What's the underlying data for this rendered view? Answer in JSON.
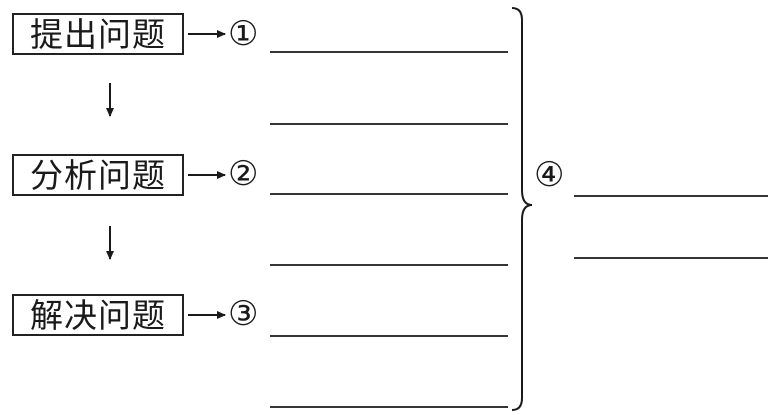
{
  "steps": [
    {
      "label": "提出问题",
      "marker": "①"
    },
    {
      "label": "分析问题",
      "marker": "②"
    },
    {
      "label": "解决问题",
      "marker": "③"
    }
  ],
  "summary_marker": "④",
  "colors": {
    "ink": "#1a1a1a",
    "background": "#ffffff"
  }
}
